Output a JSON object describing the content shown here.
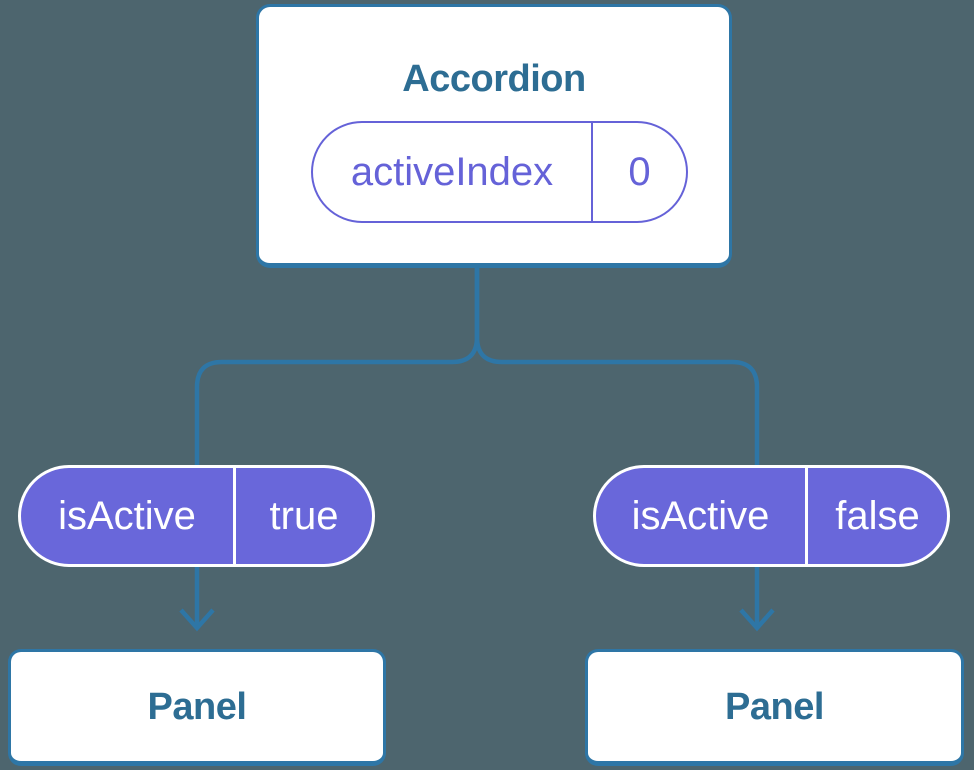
{
  "colors": {
    "bg": "#4d656e",
    "line": "#2e76a6",
    "text": "#2d6d93",
    "purple": "#6562d8",
    "pill": "#6967da",
    "white": "#ffffff"
  },
  "tree": {
    "root": {
      "title": "Accordion",
      "state": {
        "name": "activeIndex",
        "value": "0"
      }
    },
    "children": [
      {
        "prop": {
          "name": "isActive",
          "value": "true"
        },
        "label": "Panel"
      },
      {
        "prop": {
          "name": "isActive",
          "value": "false"
        },
        "label": "Panel"
      }
    ]
  }
}
